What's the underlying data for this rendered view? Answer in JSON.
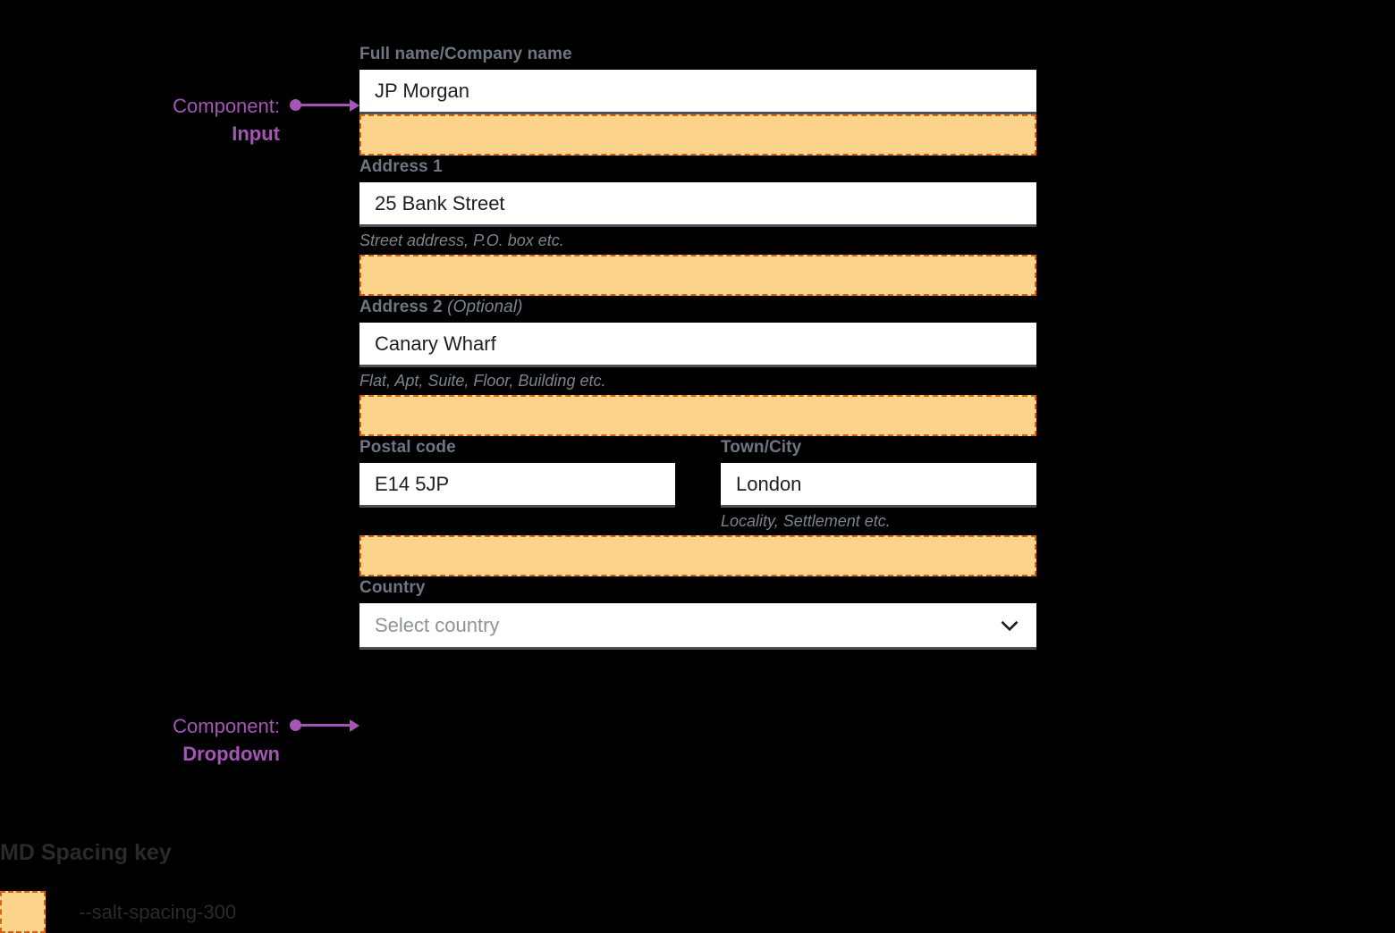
{
  "annotations": [
    {
      "kind": "Component:",
      "name": "Input",
      "target": "full-name-input"
    },
    {
      "kind": "Component:",
      "name": "Dropdown",
      "target": "country-dropdown"
    }
  ],
  "form": {
    "fields": [
      {
        "id": "full-name",
        "label": "Full name/Company name",
        "optional_suffix": "",
        "value": "JP Morgan",
        "helper": ""
      },
      {
        "id": "address-1",
        "label": "Address 1",
        "optional_suffix": "",
        "value": "25 Bank Street",
        "helper": "Street address, P.O. box etc."
      },
      {
        "id": "address-2",
        "label": "Address 2",
        "optional_suffix": "(Optional)",
        "value": "Canary Wharf",
        "helper": "Flat, Apt, Suite, Floor, Building etc."
      },
      {
        "id": "postal-code",
        "label": "Postal code",
        "optional_suffix": "",
        "value": "E14 5JP",
        "helper": ""
      },
      {
        "id": "town-city",
        "label": "Town/City",
        "optional_suffix": "",
        "value": "London",
        "helper": "Locality, Settlement etc."
      }
    ],
    "country": {
      "label": "Country",
      "placeholder": "Select country",
      "icon": "chevron-down-icon"
    }
  },
  "legend": {
    "title": "MD Spacing key",
    "token": "--salt-spacing-300"
  },
  "colors": {
    "background": "#000000",
    "spacing_fill": "#FCD38B",
    "spacing_border": "#D4620F",
    "annotation": "#A455B5",
    "label": "#6E7781",
    "input_bg": "#FFFFFF",
    "input_border": "#4A5159"
  }
}
